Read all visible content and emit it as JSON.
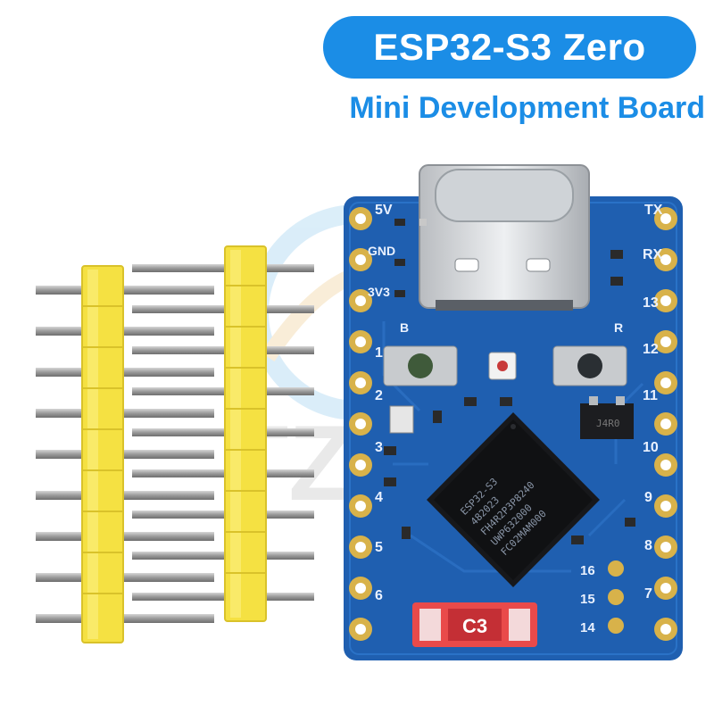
{
  "header": {
    "title": "ESP32-S3 Zero",
    "subtitle": "Mini Development Board"
  },
  "board": {
    "left_pin_labels": [
      "5V",
      "GND",
      "3V3",
      "1",
      "2",
      "3",
      "4",
      "5",
      "6"
    ],
    "right_pin_labels": [
      "TX",
      "RX",
      "13",
      "12",
      "11",
      "10",
      "9",
      "8",
      "7"
    ],
    "bottom_pad_labels": [
      "16",
      "15",
      "14"
    ],
    "button_labels": {
      "boot": "B",
      "reset": "R"
    },
    "antenna_label": "C3",
    "regulator_label": "J4R0",
    "chip_marking": [
      "ESP32-S3",
      "482023",
      "FH4R2P3P8240",
      "UWP632000",
      "FC02MAM000"
    ]
  },
  "colors": {
    "title_pill": "#1b8de6",
    "pcb": "#1f5fb0",
    "pin_gold": "#d8b24a",
    "header_yellow": "#f5e142",
    "header_pins": "#a6a6a6"
  }
}
